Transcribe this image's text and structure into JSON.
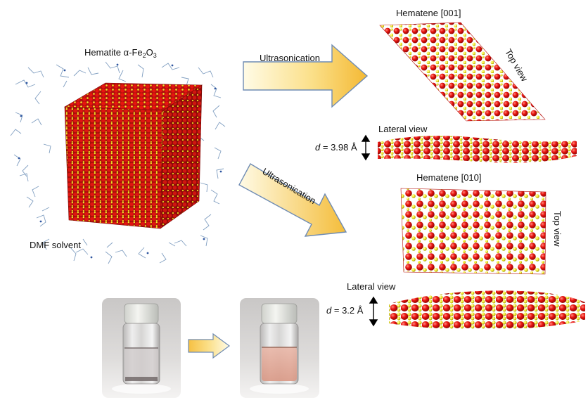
{
  "hematite": {
    "title_prefix": "Hematite α-Fe",
    "sub1": "2",
    "mid": "O",
    "sub2": "3",
    "solvent_label": "DMF solvent"
  },
  "process": {
    "upper_label": "Ultrasonication",
    "lower_label": "Ultrasonication"
  },
  "hematene_001": {
    "title": "Hematene [001]",
    "top_view_label": "Top view",
    "lateral_view_label": "Lateral view",
    "d_symbol": "d",
    "d_value": "= 3.98 Å"
  },
  "hematene_010": {
    "title": "Hematene [010]",
    "top_view_label": "Top view",
    "lateral_view_label": "Lateral view",
    "d_symbol": "d",
    "d_value": "= 3.2 Å"
  },
  "colors": {
    "oxygen": "#e8140f",
    "iron": "#f3ec2a",
    "arrow_start": "#fff7d6",
    "arrow_end": "#f6c042",
    "arrow_stroke": "#6f8cb4"
  }
}
